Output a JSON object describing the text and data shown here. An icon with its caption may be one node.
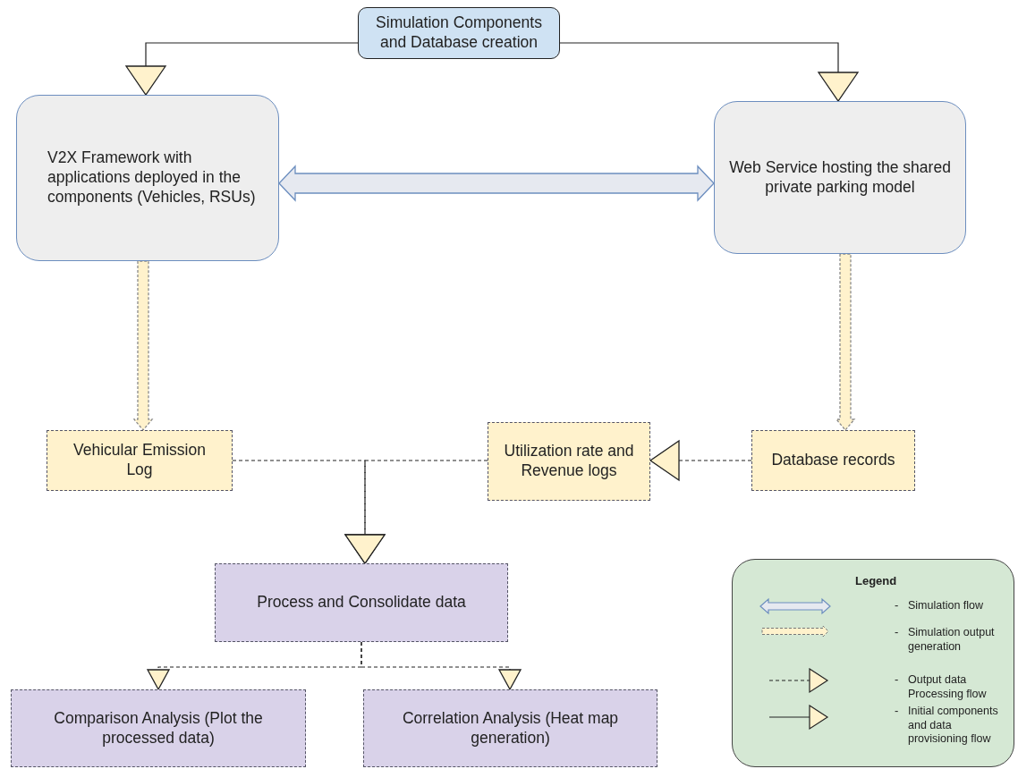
{
  "diagram": {
    "nodes": [
      {
        "text": [
          "Simulation Components and Database creation"
        ]
      },
      {
        "text": [
          "V2X Framework with applications deployed in the components (Vehicles, RSUs)"
        ]
      },
      {
        "text": [
          "Web Service hosting the shared private parking model"
        ]
      },
      {
        "text": [
          "Vehicular Emission Log"
        ]
      },
      {
        "text": [
          "Utilization rate and Revenue logs"
        ]
      },
      {
        "text": [
          "Database records"
        ]
      },
      {
        "text": [
          "Process and Consolidate data"
        ]
      },
      {
        "text": [
          "Comparison Analysis (Plot the processed data)"
        ]
      },
      {
        "text": [
          "Correlation Analysis (Heat map generation)"
        ]
      }
    ],
    "edges": [
      {
        "from": 0,
        "to": 1,
        "arrow": "to"
      },
      {
        "from": 0,
        "to": 2,
        "arrow": "to"
      },
      {
        "from": 1,
        "to": 2,
        "arrow": "both",
        "style": "thick",
        "color": "#e6e9f0"
      },
      {
        "from": 1,
        "to": 3,
        "arrow": "to",
        "style": "dashed",
        "color": "#fff2cc"
      },
      {
        "from": 2,
        "to": 5,
        "arrow": "to",
        "style": "dashed",
        "color": "#fff2cc"
      },
      {
        "from": 3,
        "to": 6,
        "arrow": "to",
        "style": "dashed"
      },
      {
        "from": 4,
        "to": 6,
        "arrow": "to",
        "style": "dashed"
      },
      {
        "from": 5,
        "to": 4,
        "arrow": "to",
        "style": "dashed"
      },
      {
        "from": 6,
        "to": 7,
        "arrow": "to",
        "style": "dashed"
      },
      {
        "from": 6,
        "to": 8,
        "arrow": "to",
        "style": "dashed"
      }
    ],
    "labels": [
      "Legend",
      "-",
      "-",
      "-",
      "-"
    ],
    "legend": [
      {
        "text": "Simulation flow"
      },
      {
        "text": "Simulation output generation"
      },
      {
        "text": "Output data Processing flow"
      },
      {
        "text": "Initial components and data provisioning flow"
      }
    ]
  }
}
